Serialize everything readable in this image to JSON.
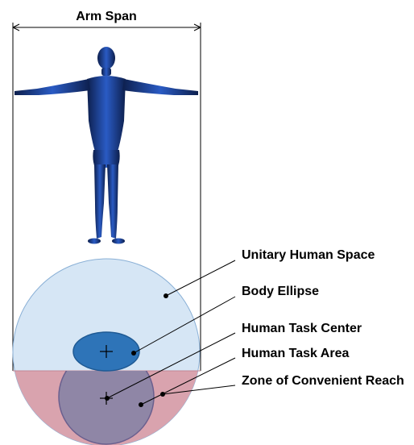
{
  "title": "Arm Span",
  "labels": {
    "unitary_human_space": "Unitary Human Space",
    "body_ellipse": "Body Ellipse",
    "human_task_center": "Human Task Center",
    "human_task_area": "Human Task Area",
    "zone_of_convenient_reach": "Zone of Convenient Reach"
  },
  "colors": {
    "unitary_space_fill": "#d6e6f5",
    "unitary_space_stroke": "#8ab0d6",
    "convenient_reach_fill": "#d9a3ae",
    "task_area_fill": "#8f86a6",
    "task_area_stroke": "#6a5f8e",
    "body_ellipse_fill": "#2e74b8",
    "body_ellipse_stroke": "#1f5a94",
    "figure_color": "#1a3f8a",
    "leader_line": "#000000"
  }
}
